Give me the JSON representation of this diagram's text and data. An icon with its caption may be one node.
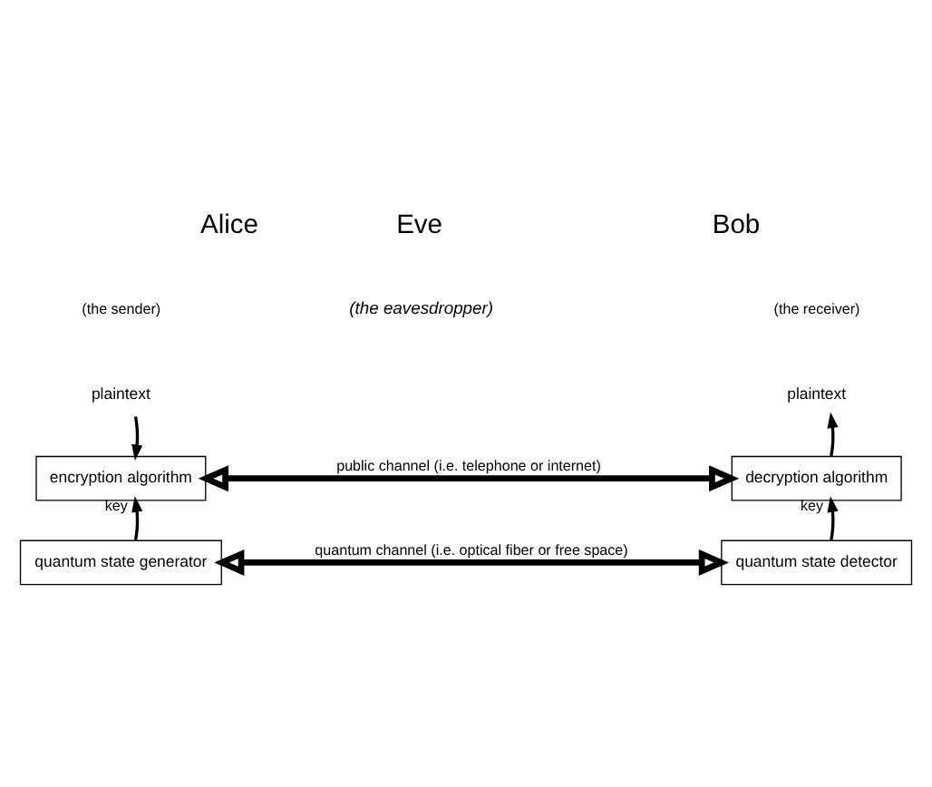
{
  "diagram": {
    "nodes": [
      {
        "text": [
          "plaintext"
        ]
      },
      {
        "text": [
          "encryption algorithm"
        ]
      },
      {
        "text": [
          "quantum state generator"
        ]
      },
      {
        "text": [
          "plaintext"
        ]
      },
      {
        "text": [
          "decryption algorithm"
        ]
      },
      {
        "text": [
          "quantum state detector"
        ]
      }
    ],
    "edges": [
      {
        "from": 0,
        "to": 1,
        "arrow": "to"
      },
      {
        "from": 2,
        "to": 1,
        "arrow": "to",
        "label": "key"
      },
      {
        "from": 1,
        "to": 4,
        "arrow": "both",
        "label": "public channel (i.e. telephone or internet)",
        "style": "thick"
      },
      {
        "from": 2,
        "to": 5,
        "arrow": "both",
        "label": "quantum channel (i.e. optical fiber or free space)",
        "style": "thick"
      },
      {
        "from": 4,
        "to": 3,
        "arrow": "to"
      },
      {
        "from": 5,
        "to": 4,
        "arrow": "to",
        "label": "key"
      }
    ],
    "labels": [
      "Alice",
      "(the sender)",
      "Eve",
      "(the eavesdropper)",
      "Bob",
      "(the receiver)"
    ]
  }
}
